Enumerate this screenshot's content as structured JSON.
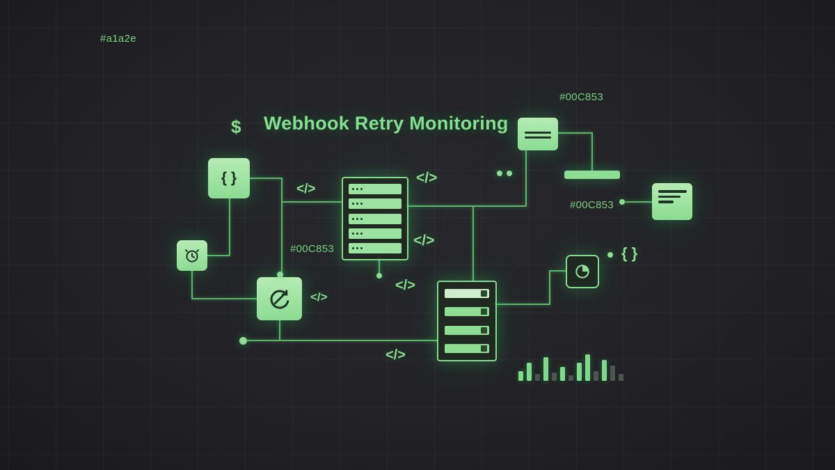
{
  "title": "Webhook Retry Monitoring",
  "labels": {
    "bg_hex": "#a1a2e",
    "accent_hex_top": "#00C853",
    "accent_hex_mid": "#00C853",
    "accent_hex_left": "#00C853"
  },
  "glyphs": {
    "dollar": "$",
    "braces": "{ }",
    "code": "</>"
  },
  "colors": {
    "background": "#212125",
    "accent": "#00C853",
    "node_fill": "#9ce3a1",
    "node_fill_light": "#b6ecb4",
    "line": "#66c377",
    "text_green": "#7fd98a",
    "dark_ink": "#1d3324"
  },
  "sparkline": {
    "bars": [
      {
        "h": 14,
        "bright": true
      },
      {
        "h": 26,
        "bright": true
      },
      {
        "h": 10,
        "bright": false
      },
      {
        "h": 34,
        "bright": true
      },
      {
        "h": 12,
        "bright": false
      },
      {
        "h": 20,
        "bright": true
      },
      {
        "h": 8,
        "bright": false
      },
      {
        "h": 26,
        "bright": true
      },
      {
        "h": 38,
        "bright": true
      },
      {
        "h": 14,
        "bright": false
      },
      {
        "h": 30,
        "bright": true
      },
      {
        "h": 22,
        "bright": false
      },
      {
        "h": 10,
        "bright": false
      }
    ]
  }
}
